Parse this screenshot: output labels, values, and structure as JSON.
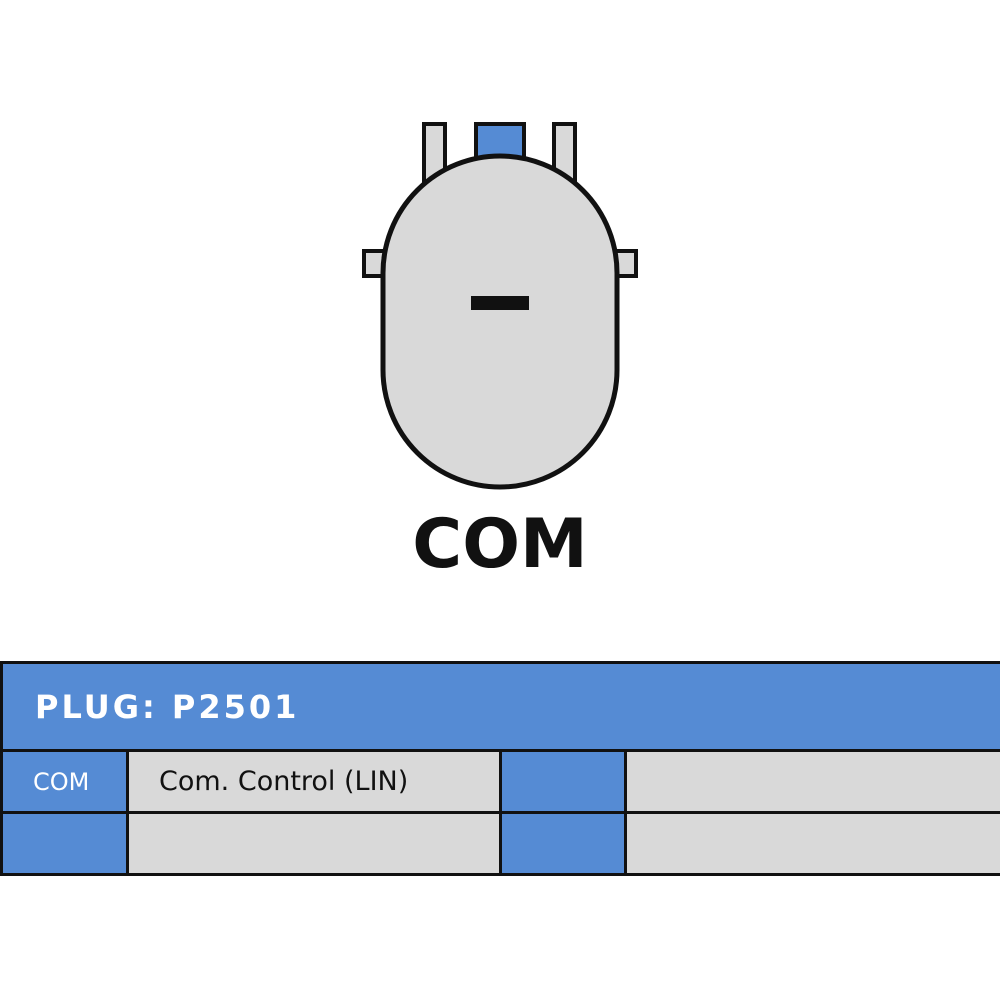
{
  "connector": {
    "pin_label": "COM",
    "body_color": "#d9d9d9",
    "highlight_color": "#558bd4",
    "outline_color": "#111111"
  },
  "table": {
    "header_label": "PLUG:",
    "plug_id": "P2501",
    "rows": [
      [
        {
          "pin": "COM",
          "description": "Com. Control (LIN)"
        },
        {
          "pin": "",
          "description": ""
        }
      ],
      [
        {
          "pin": "",
          "description": ""
        },
        {
          "pin": "",
          "description": ""
        }
      ]
    ]
  }
}
